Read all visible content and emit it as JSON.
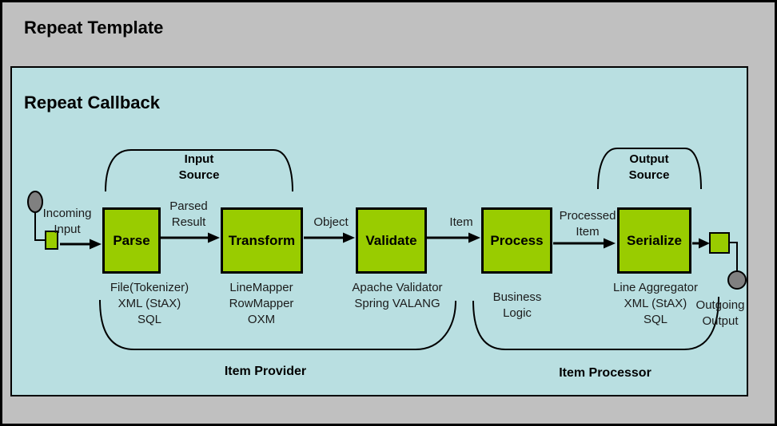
{
  "colors": {
    "canvas_bg": "#c0c0c0",
    "panel_bg": "#b9dfe1",
    "node_green": "#99cc00",
    "node_gray": "#808080",
    "line": "#000000"
  },
  "titles": {
    "outer": "Repeat Template",
    "inner": "Repeat Callback"
  },
  "groups": {
    "input_source": [
      "Input",
      "Source"
    ],
    "output_source": [
      "Output",
      "Source"
    ],
    "item_provider": "Item Provider",
    "item_processor": "Item Processor"
  },
  "endpoints": {
    "incoming": [
      "Incoming",
      "Input"
    ],
    "outgoing": [
      "Outgoing",
      "Output"
    ]
  },
  "stages": [
    {
      "label": "Parse",
      "sub": [
        "File(Tokenizer)",
        "XML (StAX)",
        "SQL"
      ]
    },
    {
      "label": "Transform",
      "sub": [
        "LineMapper",
        "RowMapper",
        "OXM"
      ]
    },
    {
      "label": "Validate",
      "sub": [
        "Apache Validator",
        "Spring VALANG"
      ]
    },
    {
      "label": "Process",
      "sub": [
        "Business",
        "Logic"
      ]
    },
    {
      "label": "Serialize",
      "sub": [
        "Line Aggregator",
        "XML (StAX)",
        "SQL"
      ]
    }
  ],
  "flow_labels": {
    "parsed_result": [
      "Parsed",
      "Result"
    ],
    "object": "Object",
    "item": "Item",
    "processed_item": [
      "Processed",
      "Item"
    ]
  }
}
